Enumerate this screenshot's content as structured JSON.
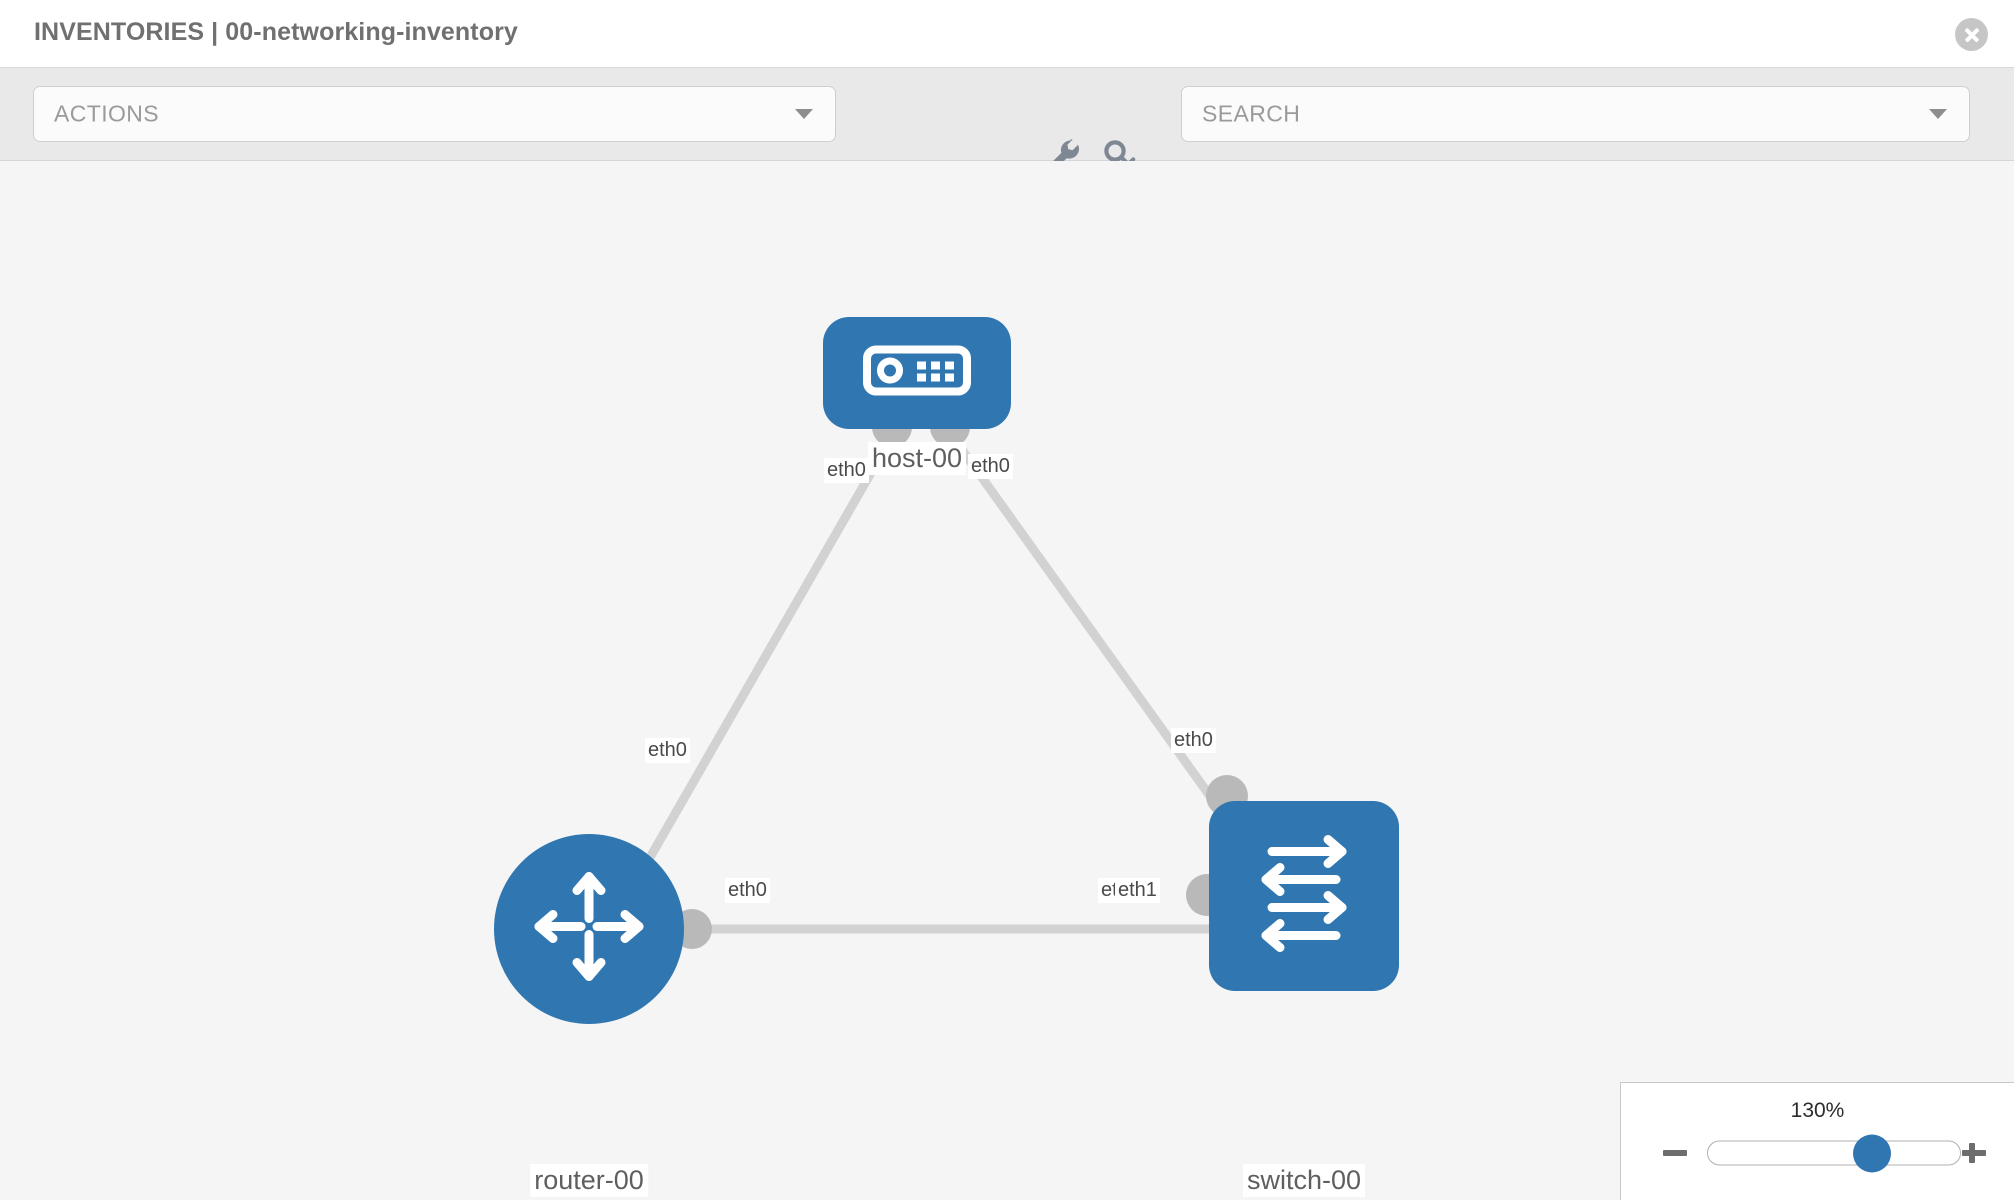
{
  "header": {
    "title": "INVENTORIES | 00-networking-inventory",
    "close_label": "close-icon"
  },
  "toolbar": {
    "actions_value": "ACTIONS",
    "actions_placeholder": "ACTIONS",
    "search_value": "SEARCH",
    "search_placeholder": "SEARCH",
    "wrench_icon": "wrench-icon",
    "key_icon": "key-icon",
    "dropdown_icon": "chevron-down-icon"
  },
  "topology": {
    "nodes": [
      {
        "id": "host-00",
        "label": "host-00",
        "type": "host",
        "shape": "rounded-rect",
        "color": "#3077b1"
      },
      {
        "id": "router-00",
        "label": "router-00",
        "type": "router",
        "shape": "circle",
        "color": "#3077b1"
      },
      {
        "id": "switch-00",
        "label": "switch-00",
        "type": "switch",
        "shape": "rounded-rect",
        "color": "#3077b1"
      }
    ],
    "links": [
      {
        "from": "router-00",
        "to": "host-00",
        "from_iface": "eth0",
        "to_iface": "eth0"
      },
      {
        "from": "host-00",
        "to": "switch-00",
        "from_iface": "eth0",
        "to_iface": "eth0"
      },
      {
        "from": "router-00",
        "to": "switch-00",
        "from_iface": "eth0",
        "to_iface": "eth1"
      }
    ],
    "interface_labels": {
      "host_left": "eth0",
      "host_right": "eth0",
      "router_up": "eth0",
      "switch_up": "eth0",
      "router_right": "eth0",
      "switch_left_a": "eth0",
      "switch_left_b": "eth1"
    },
    "link_color": "#d2d2d2"
  },
  "zoom_control": {
    "value_label": "130%",
    "percent": 130,
    "thumb_position_pct": 65,
    "minus_label": "zoom-out",
    "plus_label": "zoom-in"
  }
}
